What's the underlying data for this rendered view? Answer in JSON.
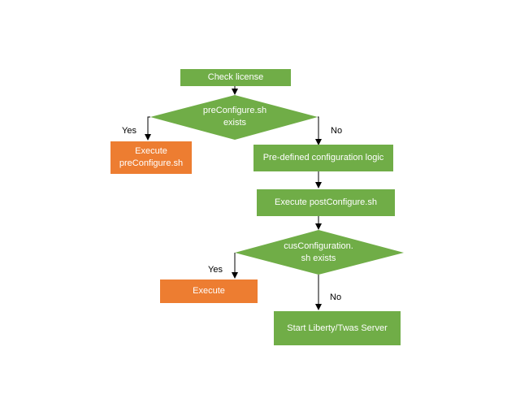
{
  "colors": {
    "process": "#70ad47",
    "action": "#ed7d31",
    "connector": "#000000",
    "text": "#ffffff"
  },
  "nodes": {
    "check_license": "Check license",
    "preconfigure_decision": [
      "preConfigure.sh",
      "exists"
    ],
    "execute_preconfigure": [
      "Execute",
      "preConfigure.sh"
    ],
    "predefined_logic": "Pre-defined configuration logic",
    "execute_postconfigure": "Execute postConfigure.sh",
    "cusconfiguration_decision": [
      "cusConfiguration.",
      "sh exists"
    ],
    "execute": "Execute",
    "start_server": "Start Liberty/Twas Server"
  },
  "branches": {
    "first_yes": "Yes",
    "first_no": "No",
    "second_yes": "Yes",
    "second_no": "No"
  }
}
